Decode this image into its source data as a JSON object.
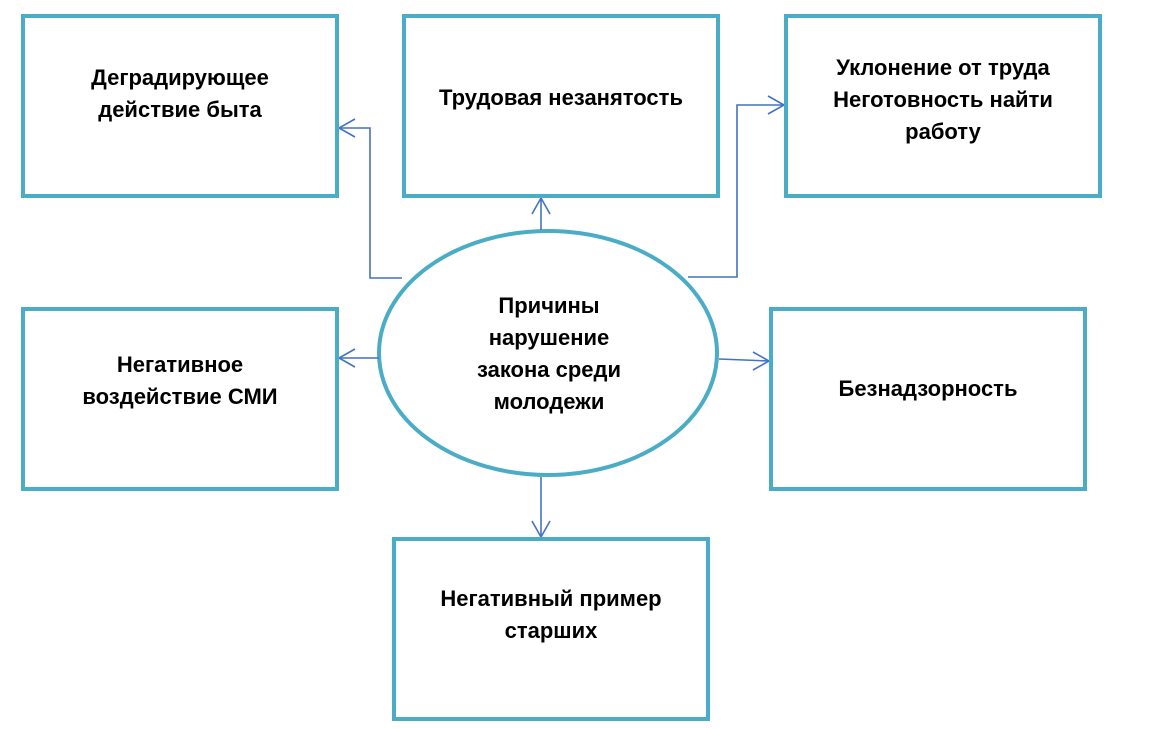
{
  "center": {
    "lines": [
      "Причины",
      "нарушение",
      "закона среди",
      "молодежи"
    ]
  },
  "boxes": [
    {
      "lines": [
        "Деградирующее",
        "действие быта"
      ]
    },
    {
      "lines": [
        "Трудовая незанятость"
      ]
    },
    {
      "lines": [
        "Уклонение от труда",
        "Неготовность найти",
        "работу"
      ]
    },
    {
      "lines": [
        "Негативное",
        "воздействие СМИ"
      ]
    },
    {
      "lines": [
        "Безнадзорность"
      ]
    },
    {
      "lines": [
        "Негативный пример",
        "старших"
      ]
    }
  ],
  "colors": {
    "border": "#4BACC6",
    "arrow": "#4472C4"
  }
}
